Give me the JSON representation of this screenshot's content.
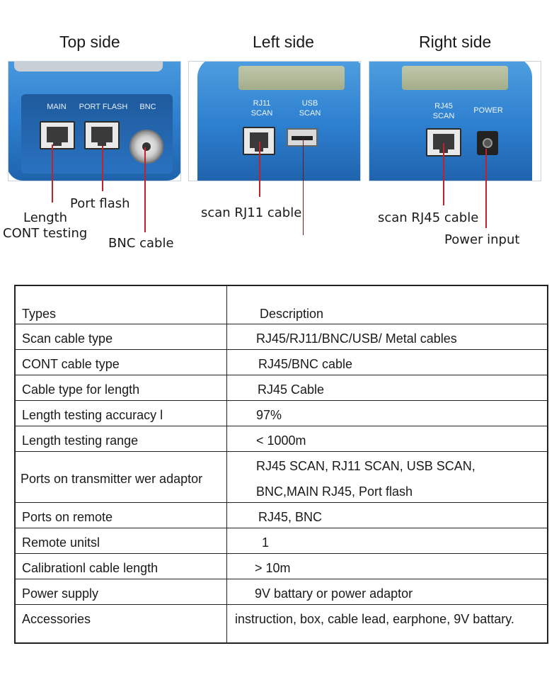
{
  "views": {
    "top": {
      "title": "Top side",
      "ports": [
        "MAIN",
        "PORT FLASH",
        "BNC"
      ],
      "callouts": [
        "Port flash",
        "Length",
        "CONT testing",
        "BNC cable"
      ]
    },
    "left": {
      "title": "Left side",
      "ports": [
        "RJ11",
        "SCAN",
        "USB",
        "SCAN"
      ],
      "callouts": [
        "scan RJ11 cable"
      ]
    },
    "right": {
      "title": "Right side",
      "ports": [
        "RJ45",
        "SCAN",
        "POWER"
      ],
      "callouts": [
        "scan RJ45 cable",
        "Power input"
      ]
    }
  },
  "table": {
    "header": {
      "type": "Types",
      "description": "Description"
    },
    "rows": [
      {
        "type": "Scan cable type",
        "desc1": "RJ45/RJ11/BNC/USB/ Metal cables"
      },
      {
        "type": "CONT cable type",
        "desc1": "RJ45/BNC cable"
      },
      {
        "type": "Cable type for length",
        "desc1": "RJ45 Cable"
      },
      {
        "type": "Length testing accuracy l",
        "desc1": "97%"
      },
      {
        "type": "Length testing range",
        "desc1": "< 1000m"
      },
      {
        "type": "Ports on transmitter wer adaptor",
        "desc1": "RJ45 SCAN, RJ11 SCAN, USB SCAN,",
        "desc2": "BNC,MAIN RJ45, Port flash"
      },
      {
        "type": "Ports on remote",
        "desc1": "RJ45, BNC"
      },
      {
        "type": "Remote unitsl",
        "desc1": "1"
      },
      {
        "type": "Calibrationl cable length",
        "desc1": "> 10m"
      },
      {
        "type": "Power supply",
        "desc1": "9V battary  or power adaptor"
      },
      {
        "type": "Accessories",
        "desc1": "instruction,  box, cable lead, earphone, 9V battary."
      }
    ]
  },
  "colors": {
    "device_blue": "#2d7fcf",
    "pointer_red": "#c0232c",
    "table_border": "#222222"
  }
}
